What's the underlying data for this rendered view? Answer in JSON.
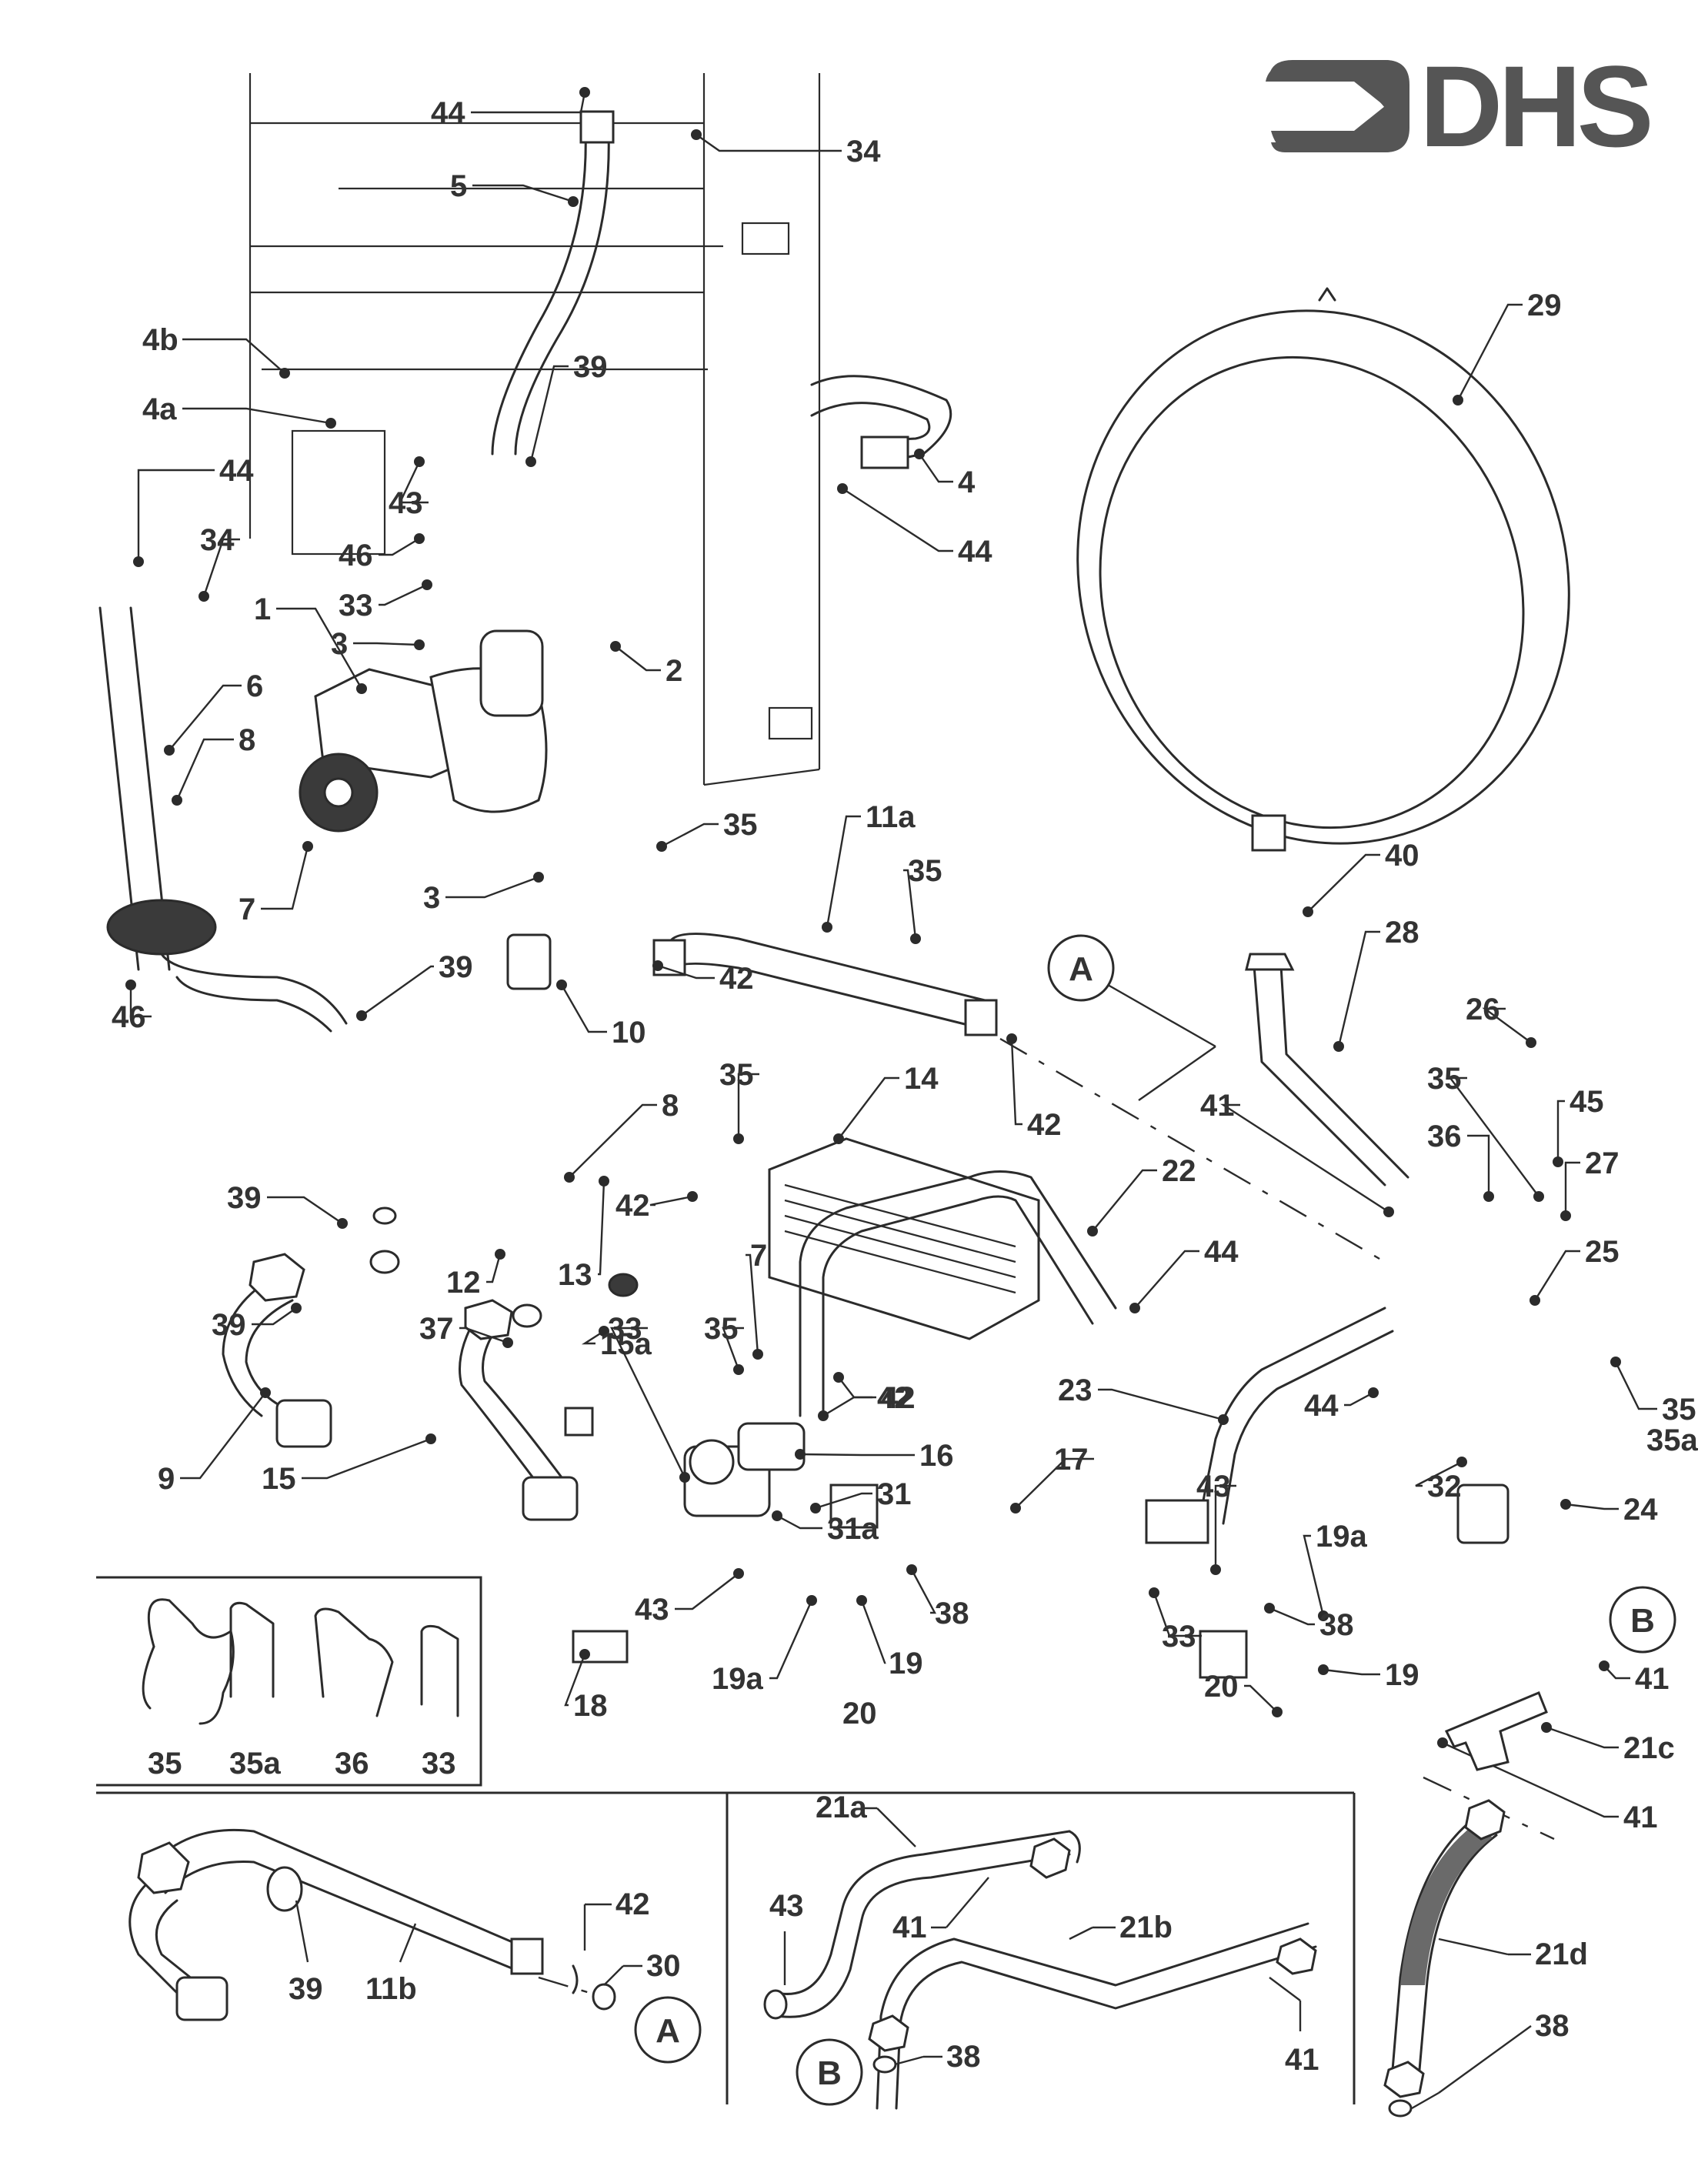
{
  "title": "Boiler hydraulic circuit – exploded parts diagram",
  "brand": {
    "logo_text": "DHS",
    "logo_icon": "arrow-right-icon",
    "color": "#555555"
  },
  "callouts": [
    {
      "id": "c44a",
      "label": "44"
    },
    {
      "id": "c34a",
      "label": "34"
    },
    {
      "id": "c5",
      "label": "5"
    },
    {
      "id": "c29",
      "label": "29"
    },
    {
      "id": "c4b",
      "label": "4b"
    },
    {
      "id": "c39a",
      "label": "39"
    },
    {
      "id": "c4a",
      "label": "4a"
    },
    {
      "id": "c43a",
      "label": "43"
    },
    {
      "id": "c4",
      "label": "4"
    },
    {
      "id": "c44b",
      "label": "44"
    },
    {
      "id": "c44c",
      "label": "44"
    },
    {
      "id": "c46a",
      "label": "46"
    },
    {
      "id": "c34b",
      "label": "34"
    },
    {
      "id": "c33a",
      "label": "33"
    },
    {
      "id": "c1",
      "label": "1"
    },
    {
      "id": "c3a",
      "label": "3"
    },
    {
      "id": "c2",
      "label": "2"
    },
    {
      "id": "c6",
      "label": "6"
    },
    {
      "id": "c8a",
      "label": "8"
    },
    {
      "id": "c35a",
      "label": "35"
    },
    {
      "id": "c11a",
      "label": "11a"
    },
    {
      "id": "c35b",
      "label": "35"
    },
    {
      "id": "c7a",
      "label": "7"
    },
    {
      "id": "c3b",
      "label": "3"
    },
    {
      "id": "c40",
      "label": "40"
    },
    {
      "id": "c42a",
      "label": "42"
    },
    {
      "id": "c28",
      "label": "28"
    },
    {
      "id": "c46b",
      "label": "46"
    },
    {
      "id": "c39b",
      "label": "39"
    },
    {
      "id": "c10",
      "label": "10"
    },
    {
      "id": "c26",
      "label": "26"
    },
    {
      "id": "c42b",
      "label": "42"
    },
    {
      "id": "c14",
      "label": "14"
    },
    {
      "id": "c35c",
      "label": "35"
    },
    {
      "id": "c41a",
      "label": "41"
    },
    {
      "id": "c45",
      "label": "45"
    },
    {
      "id": "c8b",
      "label": "8"
    },
    {
      "id": "c22",
      "label": "22"
    },
    {
      "id": "c36a",
      "label": "36"
    },
    {
      "id": "c35d",
      "label": "35"
    },
    {
      "id": "c27",
      "label": "27"
    },
    {
      "id": "c39c",
      "label": "39"
    },
    {
      "id": "c42c",
      "label": "42"
    },
    {
      "id": "c44d",
      "label": "44"
    },
    {
      "id": "c25",
      "label": "25"
    },
    {
      "id": "c12",
      "label": "12"
    },
    {
      "id": "c13",
      "label": "13"
    },
    {
      "id": "c7b",
      "label": "7"
    },
    {
      "id": "c42d",
      "label": "42"
    },
    {
      "id": "c39d",
      "label": "39"
    },
    {
      "id": "c37",
      "label": "37"
    },
    {
      "id": "c15a",
      "label": "15a"
    },
    {
      "id": "c35e",
      "label": "35"
    },
    {
      "id": "c42e",
      "label": "42"
    },
    {
      "id": "c23",
      "label": "23"
    },
    {
      "id": "c44e",
      "label": "44"
    },
    {
      "id": "c35f",
      "label": "35"
    },
    {
      "id": "c35a2",
      "label": "35a"
    },
    {
      "id": "c9",
      "label": "9"
    },
    {
      "id": "c15",
      "label": "15"
    },
    {
      "id": "c33b",
      "label": "33"
    },
    {
      "id": "c16",
      "label": "16"
    },
    {
      "id": "c17",
      "label": "17"
    },
    {
      "id": "c31",
      "label": "31"
    },
    {
      "id": "c31a",
      "label": "31a"
    },
    {
      "id": "c43b",
      "label": "43"
    },
    {
      "id": "c32",
      "label": "32"
    },
    {
      "id": "c24",
      "label": "24"
    },
    {
      "id": "c19a1",
      "label": "19a"
    },
    {
      "id": "c38a",
      "label": "38"
    },
    {
      "id": "c43c",
      "label": "43"
    },
    {
      "id": "c38b",
      "label": "38"
    },
    {
      "id": "c19a2",
      "label": "19a"
    },
    {
      "id": "c19a",
      "label": "19"
    },
    {
      "id": "c33c",
      "label": "33"
    },
    {
      "id": "c19b",
      "label": "19"
    },
    {
      "id": "c41b",
      "label": "41"
    },
    {
      "id": "c18",
      "label": "18"
    },
    {
      "id": "c20a",
      "label": "20"
    },
    {
      "id": "c20b",
      "label": "20"
    },
    {
      "id": "c21c",
      "label": "21c"
    },
    {
      "id": "c41c",
      "label": "41"
    }
  ],
  "clips_legend": {
    "items": [
      {
        "label": "35",
        "icon": "clip-35-icon"
      },
      {
        "label": "35a",
        "icon": "clip-35a-icon"
      },
      {
        "label": "36",
        "icon": "clip-36-icon"
      },
      {
        "label": "33",
        "icon": "clip-33-icon"
      }
    ]
  },
  "detail_a_panel": {
    "labels": {
      "c42": "42",
      "c39": "39",
      "c11b": "11b",
      "c30": "30",
      "circle": "A"
    }
  },
  "detail_b_panel": {
    "labels": {
      "c21a": "21a",
      "c43": "43",
      "c41a": "41",
      "c21b": "21b",
      "c38": "38",
      "c41b": "41",
      "circle": "B"
    }
  },
  "detail_hose_panel": {
    "labels": {
      "c21d": "21d",
      "c38": "38"
    }
  },
  "reference_circles": {
    "a_main": "A",
    "b_main": "B"
  }
}
